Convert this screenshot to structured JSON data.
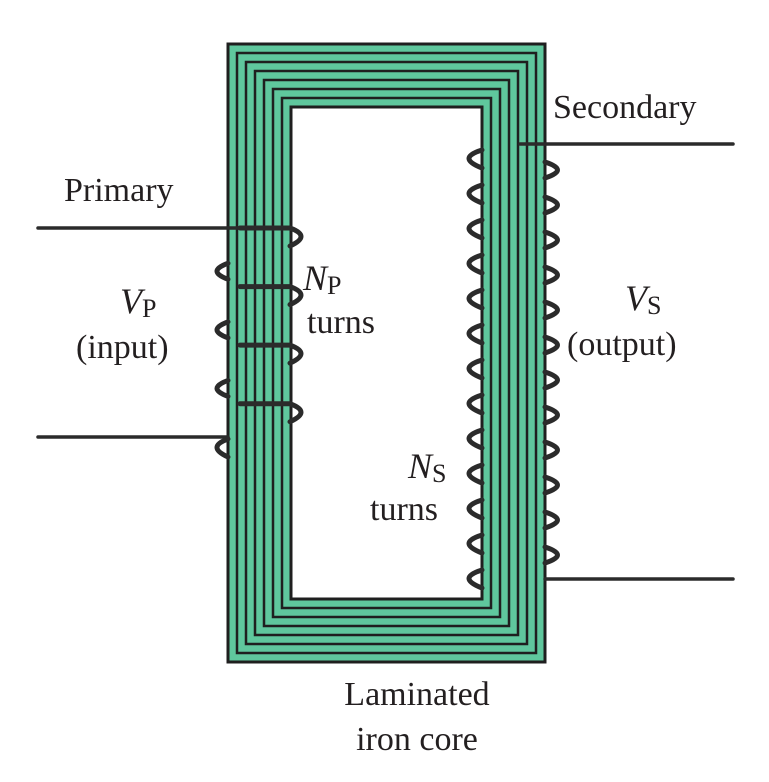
{
  "labels": {
    "secondary": "Secondary",
    "primary": "Primary",
    "vp_symbol": "V",
    "vp_subscript": "P",
    "vp_input": "(input)",
    "np_symbol": "N",
    "np_subscript": "P",
    "np_turns": "turns",
    "vs_symbol": "V",
    "vs_subscript": "S",
    "vs_output": "(output)",
    "ns_symbol": "N",
    "ns_subscript": "S",
    "ns_turns": "turns",
    "core_line1": "Laminated",
    "core_line2": "iron core"
  },
  "colors": {
    "core_fill": "#5fc79d",
    "lamination_line": "#1f1f1f",
    "wire": "#2b2b2b",
    "text": "#231f20"
  },
  "coils": {
    "primary_turns_drawn": 4,
    "secondary_turns_drawn": 13
  }
}
